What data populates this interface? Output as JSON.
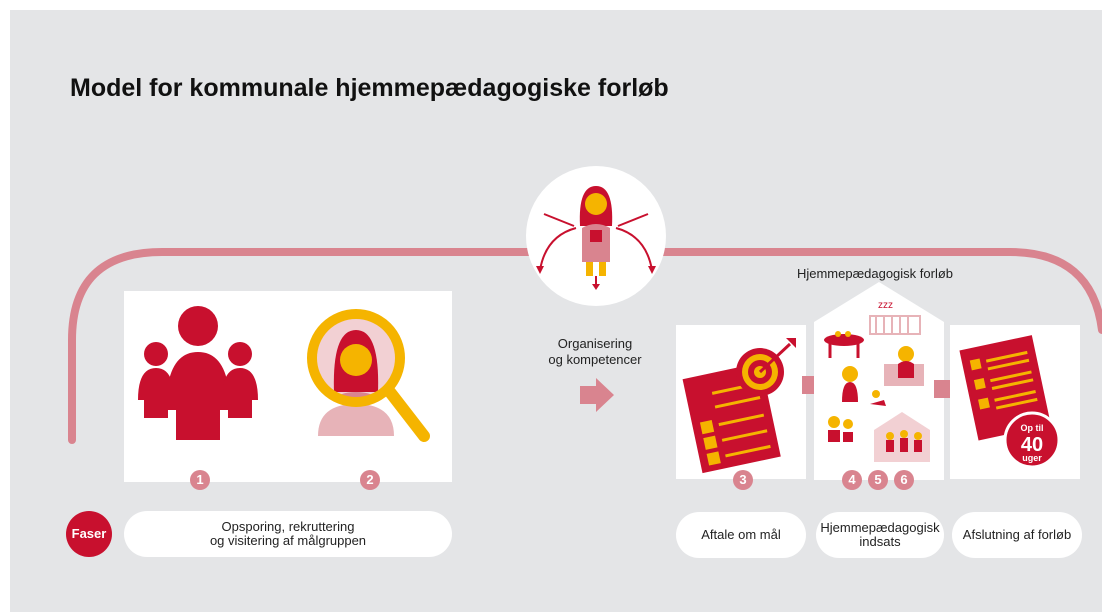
{
  "title": "Model for kommunale hjemmepædagogiske forløb",
  "center": {
    "label_line1": "Organisering",
    "label_line2": "og kompetencer"
  },
  "house_label": "Hjemmepædagogisk forløb",
  "phase_badge": "Faser",
  "step_numbers": [
    "1",
    "2",
    "3",
    "4",
    "5",
    "6"
  ],
  "pills": {
    "p1_line1": "Opsporing, rekruttering",
    "p1_line2": "og visitering af målgruppen",
    "p2": "Aftale om mål",
    "p3_line1": "Hjemmepædagogisk",
    "p3_line2": "indsats",
    "p4": "Afslutning af forløb"
  },
  "badge_40": {
    "top": "Op til",
    "number": "40",
    "bottom": "uger"
  },
  "sleep_text": "zzz",
  "colors": {
    "red": "#c8102e",
    "pink": "#d9848f",
    "yellow": "#f5b400",
    "panel": "#e4e5e7"
  }
}
